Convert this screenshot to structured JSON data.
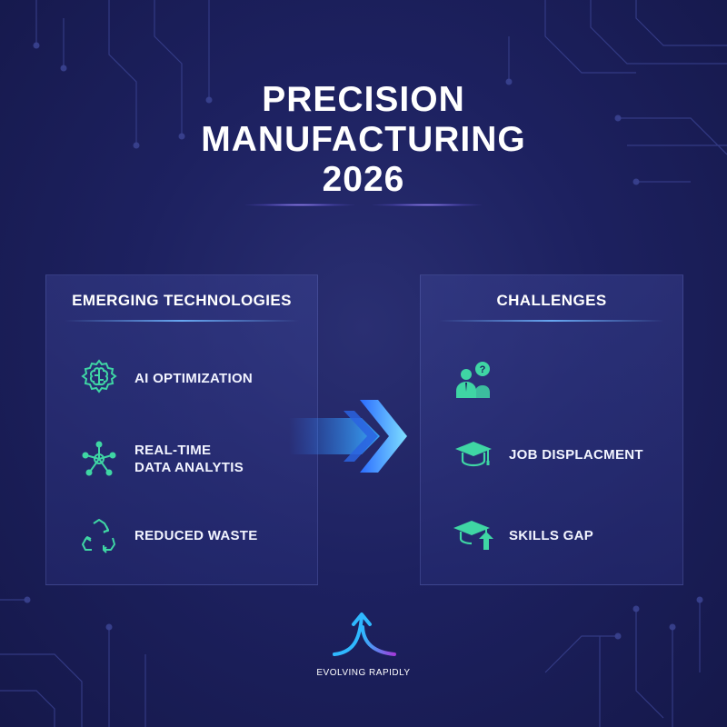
{
  "title": {
    "line1": "PRECISION",
    "line2": "MANUFACTURING",
    "line3": "2026"
  },
  "left_panel": {
    "heading": "EMERGING TECHNOLOGIES",
    "items": [
      {
        "icon": "brain-gear-icon",
        "label": "AI OPTIMIZATION"
      },
      {
        "icon": "network-hub-icon",
        "label_line1": "REAL-TIME",
        "label_line2": "DATA ANALYTIS"
      },
      {
        "icon": "recycle-icon",
        "label": "REDUCED WASTE"
      }
    ]
  },
  "right_panel": {
    "heading": "CHALLENGES",
    "items": [
      {
        "icon": "worker-question-icon",
        "label": ""
      },
      {
        "icon": "graduation-cap-icon",
        "label": "JOB DISPLACMENT"
      },
      {
        "icon": "graduation-cap-up-arrow-icon",
        "label": "SKILLS GAP"
      }
    ]
  },
  "logo": {
    "icon": "split-arrow-logo-icon",
    "tagline": "EVOLVING RAPIDLY"
  },
  "colors": {
    "background": "#1d2160",
    "icon_green": "#3fd6a4",
    "accent_blue": "#2fb8ff",
    "accent_purple": "#a23bd9"
  }
}
